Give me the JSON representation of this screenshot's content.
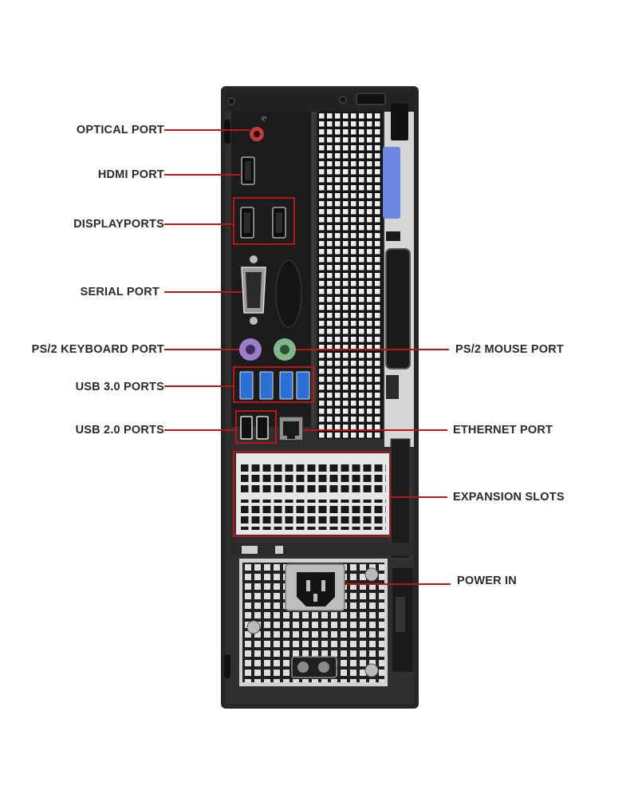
{
  "colors": {
    "callout_line": "#b3181b",
    "label_text": "#2a2a2a",
    "case": "#262626",
    "panel": "#1c1c1c",
    "vent": "#eeeeee",
    "usb3_blue": "#2c6fd6",
    "keyboard_purple": "#9a7fc8",
    "mouse_green": "#7fb98a",
    "latch_blue": "#6e86e0"
  },
  "callouts": {
    "optical": "OPTICAL PORT",
    "hdmi": "HDMI PORT",
    "displayports": "DISPLAYPORTS",
    "serial": "SERIAL PORT",
    "ps2_keyboard": "PS/2 KEYBOARD PORT",
    "usb3": "USB 3.0 PORTS",
    "usb2": "USB 2.0 PORTS",
    "ps2_mouse": "PS/2 MOUSE PORT",
    "ethernet": "ETHERNET PORT",
    "expansion": "EXPANSION SLOTS",
    "power": "POWER IN"
  },
  "icons": {
    "optical": "optical-port-icon",
    "hdmi": "hdmi-port-icon",
    "displayport": "displayport-icon",
    "serial": "serial-port-icon",
    "ps2_keyboard": "ps2-keyboard-port-icon",
    "ps2_mouse": "ps2-mouse-port-icon",
    "usb3": "usb3-port-icon",
    "usb2": "usb2-port-icon",
    "ethernet": "ethernet-port-icon",
    "expansion": "expansion-slot-icon",
    "power": "power-inlet-icon"
  }
}
